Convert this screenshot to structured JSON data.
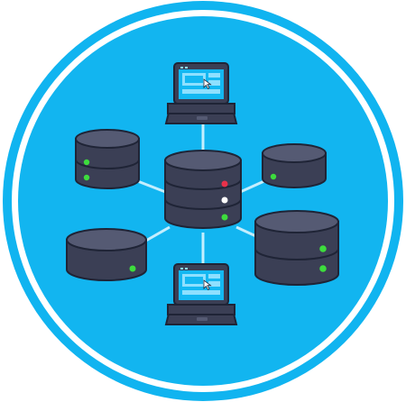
{
  "illustration": {
    "subject": "",
    "palette": {
      "ring": "#10b4f0",
      "ring_gap": "#ffffff",
      "disc": "#12b5f0",
      "connector": "#c4eefe",
      "db_body": "#3b3f55",
      "db_top": "#555a73",
      "db_band": "#4b5068",
      "outline": "#1f2436",
      "led_green": "#3ddc3d",
      "led_red": "#e8314a",
      "led_white": "#ffffff",
      "laptop_body": "#3b3f55",
      "laptop_screen": "#14b8f2",
      "laptop_panel": "#8ee0ff"
    },
    "nodes": [
      {
        "name": "central-database-icon",
        "kind": "database"
      },
      {
        "name": "laptop-top-icon",
        "kind": "laptop"
      },
      {
        "name": "laptop-bottom-icon",
        "kind": "laptop"
      },
      {
        "name": "database-top-left-icon",
        "kind": "database"
      },
      {
        "name": "database-top-right-icon",
        "kind": "database"
      },
      {
        "name": "database-bottom-left-icon",
        "kind": "database"
      },
      {
        "name": "database-bottom-right-icon",
        "kind": "database"
      }
    ]
  }
}
